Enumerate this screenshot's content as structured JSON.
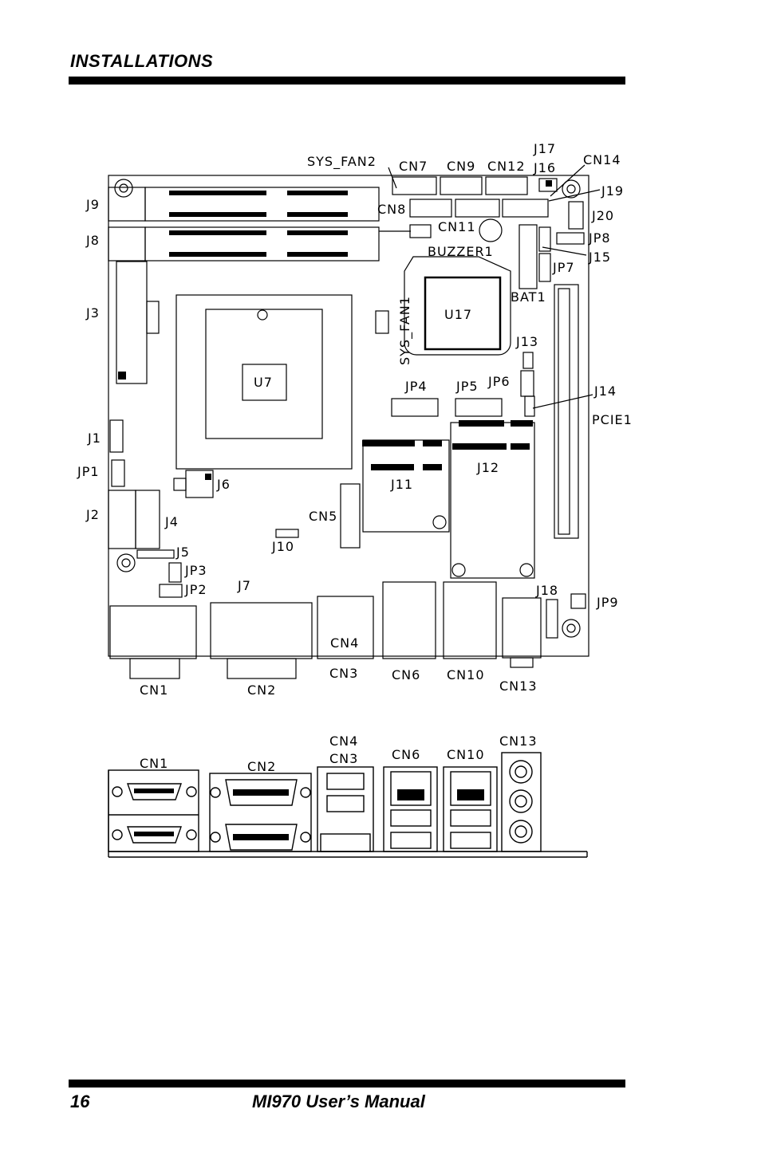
{
  "header": {
    "title": "INSTALLATIONS"
  },
  "footer": {
    "page_number": "16",
    "manual_title": "MI970 User’s Manual"
  },
  "board_labels": {
    "sys_fan2": "SYS_FAN2",
    "cn7": "CN7",
    "cn9": "CN9",
    "cn12": "CN12",
    "j17": "J17",
    "j16": "J16",
    "cn14": "CN14",
    "j19": "J19",
    "j9": "J9",
    "cn8": "CN8",
    "j20": "J20",
    "cn11": "CN11",
    "j8": "J8",
    "jp8": "JP8",
    "buzzer1": "BUZZER1",
    "j15": "J15",
    "jp7": "JP7",
    "j3": "J3",
    "bat1": "BAT1",
    "u17": "U17",
    "sys_fan1": "SYS_FAN1",
    "j13": "J13",
    "u7": "U7",
    "jp6": "JP6",
    "jp4": "JP4",
    "jp5": "JP5",
    "j14": "J14",
    "pcie1": "PCIE1",
    "j1": "J1",
    "jp1": "JP1",
    "j11": "J11",
    "j12": "J12",
    "j6": "J6",
    "j2": "J2",
    "j4": "J4",
    "cn5": "CN5",
    "j10": "J10",
    "j5": "J5",
    "jp3": "JP3",
    "j7": "J7",
    "jp2": "JP2",
    "j18": "J18",
    "jp9": "JP9",
    "cn4": "CN4",
    "cn1": "CN1",
    "cn2": "CN2",
    "cn3": "CN3",
    "cn6": "CN6",
    "cn10": "CN10",
    "cn13": "CN13"
  },
  "rear_labels": {
    "cn1": "CN1",
    "cn2": "CN2",
    "cn4": "CN4",
    "cn3": "CN3",
    "cn6": "CN6",
    "cn10": "CN10",
    "cn13": "CN13"
  }
}
